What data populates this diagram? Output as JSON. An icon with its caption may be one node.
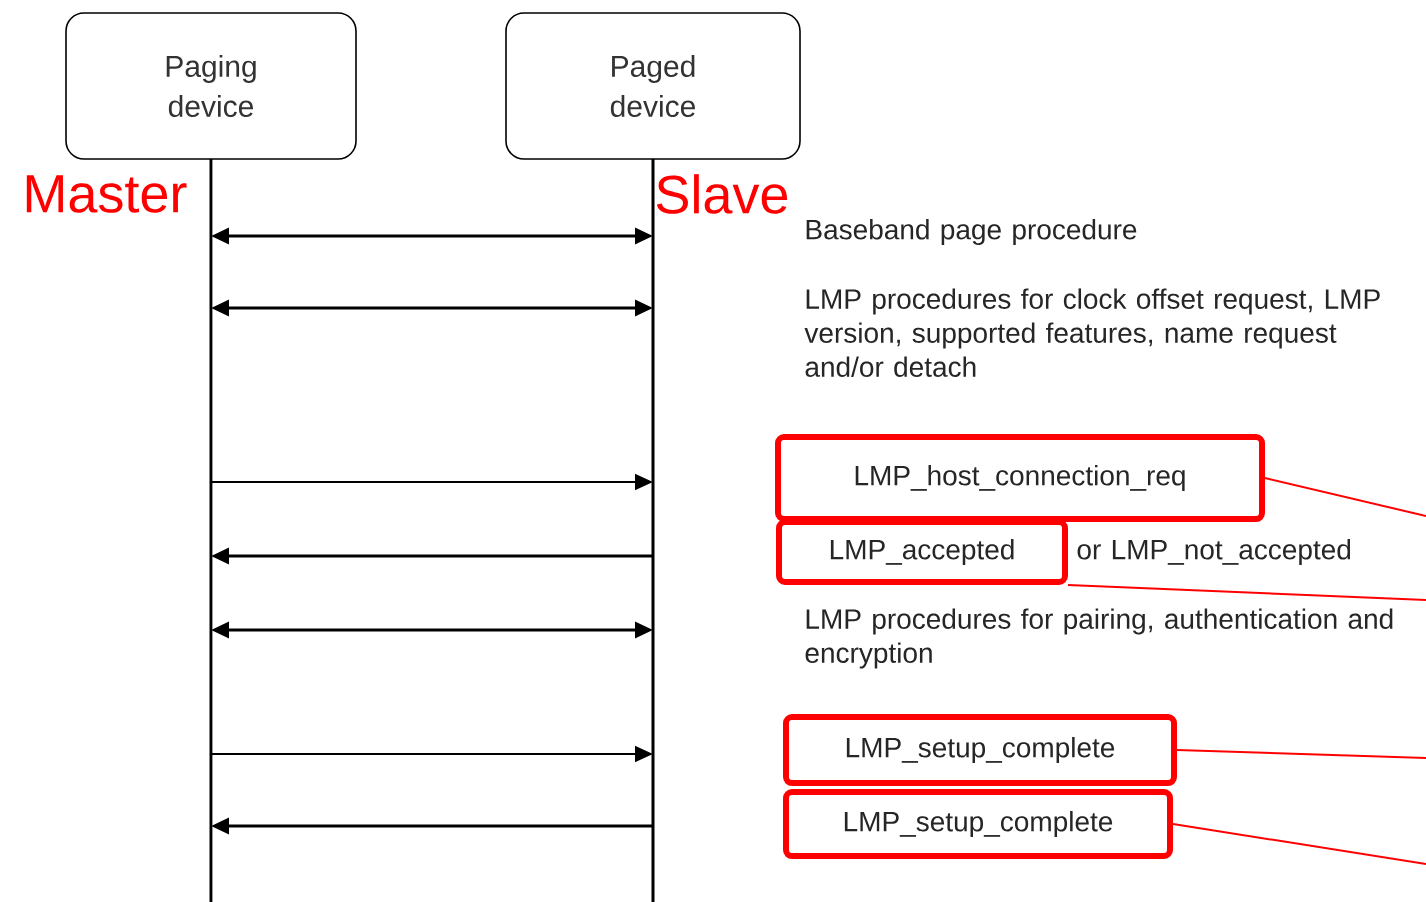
{
  "diagram": {
    "nodes": [
      {
        "text": [
          "Paging device"
        ]
      },
      {
        "text": [
          "Paged device"
        ]
      },
      {
        "text": [
          "LMP_host_connection_req"
        ]
      },
      {
        "text": [
          "LMP_accepted"
        ]
      },
      {
        "text": [
          "LMP_setup_complete"
        ]
      },
      {
        "text": [
          "LMP_setup_complete"
        ]
      }
    ],
    "edges": [
      {
        "from": 0,
        "to": 1,
        "arrow": "both"
      },
      {
        "from": 0,
        "to": 1,
        "arrow": "both"
      },
      {
        "from": 0,
        "to": 1,
        "arrow": "to"
      },
      {
        "from": 1,
        "to": 0,
        "arrow": "to"
      },
      {
        "from": 0,
        "to": 1,
        "arrow": "both"
      },
      {
        "from": 0,
        "to": 1,
        "arrow": "to"
      },
      {
        "from": 1,
        "to": 0,
        "arrow": "to"
      },
      {
        "from": 2,
        "to": null,
        "arrow": "none",
        "color": "#ff0000"
      },
      {
        "from": 3,
        "to": null,
        "arrow": "none",
        "color": "#ff0000"
      },
      {
        "from": 4,
        "to": null,
        "arrow": "none",
        "color": "#ff0000"
      },
      {
        "from": 5,
        "to": null,
        "arrow": "none",
        "color": "#ff0000"
      }
    ],
    "labels": [
      "Master",
      "Slave",
      "Baseband page procedure",
      "LMP procedures for clock offset request, LMP version, supported features, name request and/or detach",
      "or LMP_not_accepted",
      "LMP procedures for pairing, authentication and encryption"
    ]
  }
}
